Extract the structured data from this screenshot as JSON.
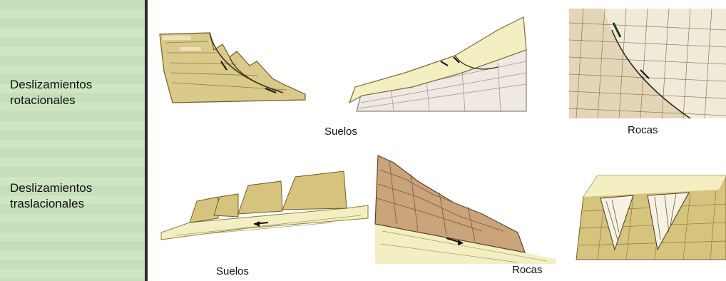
{
  "labels": {
    "rotational_line1": "Deslizamientos",
    "rotational_line2": "rotacionales",
    "translational_line1": "Deslizamientos",
    "translational_line2": "traslacionales"
  },
  "captions": {
    "top_soil": "Suelos",
    "top_rock": "Rocas",
    "bottom_soil": "Suelos",
    "bottom_rock": "Rocas"
  },
  "colors": {
    "side_panel": "#cfe6c3",
    "soil_fill": "#e6d9a0",
    "soil_dark": "#c9b56a",
    "rock_fill": "#e8dcc2",
    "rock_brown": "#c9a37a",
    "pale_yellow": "#f4efc2"
  }
}
